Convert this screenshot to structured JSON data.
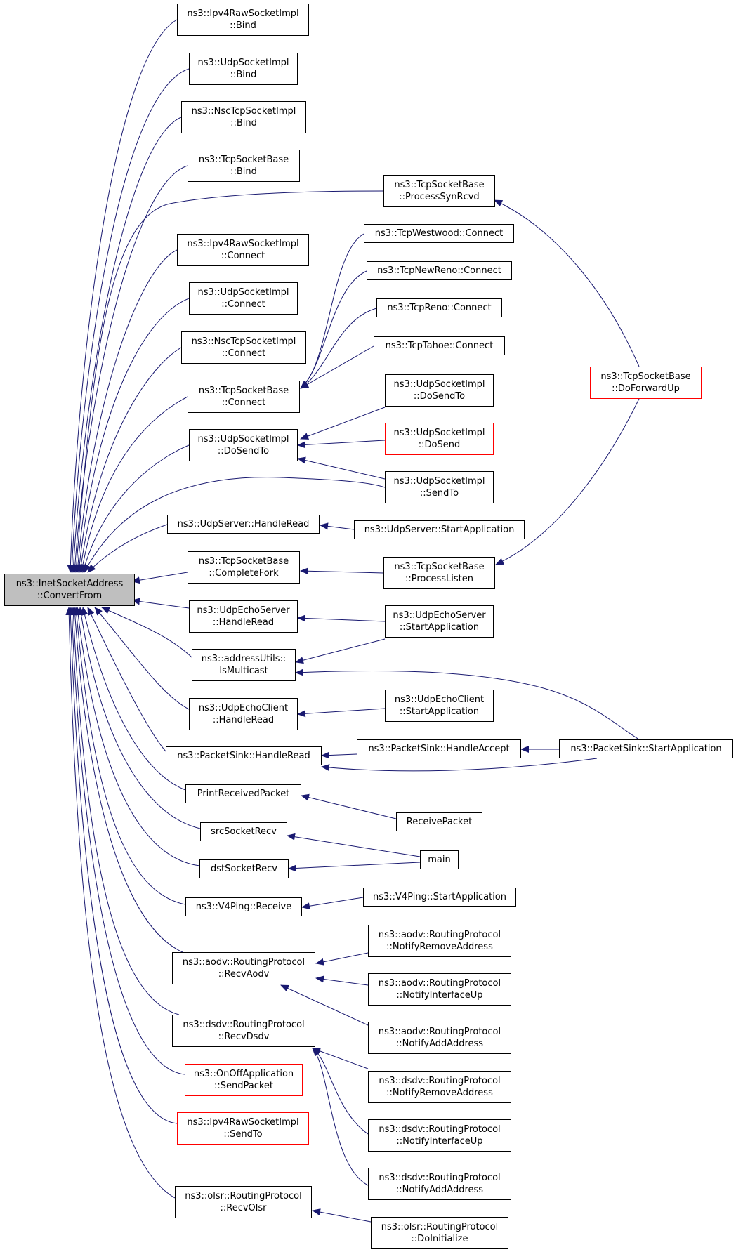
{
  "colors": {
    "edge": "#191970",
    "node_border": "#000000",
    "truncated_border": "#ff0000",
    "root_fill": "#bfbfbf"
  },
  "nodes": {
    "root": {
      "lines": [
        "ns3::InetSocketAddress",
        "::ConvertFrom"
      ]
    },
    "ipv4Bind": {
      "lines": [
        "ns3::Ipv4RawSocketImpl",
        "::Bind"
      ]
    },
    "udpBind": {
      "lines": [
        "ns3::UdpSocketImpl",
        "::Bind"
      ]
    },
    "nscBind": {
      "lines": [
        "ns3::NscTcpSocketImpl",
        "::Bind"
      ]
    },
    "tcpBind": {
      "lines": [
        "ns3::TcpSocketBase",
        "::Bind"
      ]
    },
    "ipv4Conn": {
      "lines": [
        "ns3::Ipv4RawSocketImpl",
        "::Connect"
      ]
    },
    "udpConn": {
      "lines": [
        "ns3::UdpSocketImpl",
        "::Connect"
      ]
    },
    "nscConn": {
      "lines": [
        "ns3::NscTcpSocketImpl",
        "::Connect"
      ]
    },
    "tcpConn": {
      "lines": [
        "ns3::TcpSocketBase",
        "::Connect"
      ]
    },
    "udpDoSendTo": {
      "lines": [
        "ns3::UdpSocketImpl",
        "::DoSendTo"
      ]
    },
    "udpServerHR": {
      "lines": [
        "ns3::UdpServer::HandleRead"
      ]
    },
    "tcpCompleteFork": {
      "lines": [
        "ns3::TcpSocketBase",
        "::CompleteFork"
      ]
    },
    "udpEchoServerHR": {
      "lines": [
        "ns3::UdpEchoServer",
        "::HandleRead"
      ]
    },
    "addrIsMulticast": {
      "lines": [
        "ns3::addressUtils::",
        "IsMulticast"
      ]
    },
    "udpEchoClientHR": {
      "lines": [
        "ns3::UdpEchoClient",
        "::HandleRead"
      ]
    },
    "packetSinkHR": {
      "lines": [
        "ns3::PacketSink::HandleRead"
      ]
    },
    "printRecv": {
      "lines": [
        "PrintReceivedPacket"
      ]
    },
    "srcRecv": {
      "lines": [
        "srcSocketRecv"
      ]
    },
    "dstRecv": {
      "lines": [
        "dstSocketRecv"
      ]
    },
    "v4pingRecv": {
      "lines": [
        "ns3::V4Ping::Receive"
      ]
    },
    "aodvRecv": {
      "lines": [
        "ns3::aodv::RoutingProtocol",
        "::RecvAodv"
      ]
    },
    "dsdvRecv": {
      "lines": [
        "ns3::dsdv::RoutingProtocol",
        "::RecvDsdv"
      ]
    },
    "onoffSend": {
      "lines": [
        "ns3::OnOffApplication",
        "::SendPacket"
      ]
    },
    "ipv4SendTo": {
      "lines": [
        "ns3::Ipv4RawSocketImpl",
        "::SendTo"
      ]
    },
    "olsrRecv": {
      "lines": [
        "ns3::olsr::RoutingProtocol",
        "::RecvOlsr"
      ]
    },
    "tcpSynRcvd": {
      "lines": [
        "ns3::TcpSocketBase",
        "::ProcessSynRcvd"
      ]
    },
    "westwood": {
      "lines": [
        "ns3::TcpWestwood::Connect"
      ]
    },
    "newreno": {
      "lines": [
        "ns3::TcpNewReno::Connect"
      ]
    },
    "reno": {
      "lines": [
        "ns3::TcpReno::Connect"
      ]
    },
    "tahoe": {
      "lines": [
        "ns3::TcpTahoe::Connect"
      ]
    },
    "udpDoSendTo2": {
      "lines": [
        "ns3::UdpSocketImpl",
        "::DoSendTo"
      ]
    },
    "udpDoSend": {
      "lines": [
        "ns3::UdpSocketImpl",
        "::DoSend"
      ]
    },
    "udpSendTo": {
      "lines": [
        "ns3::UdpSocketImpl",
        "::SendTo"
      ]
    },
    "udpServerStart": {
      "lines": [
        "ns3::UdpServer::StartApplication"
      ]
    },
    "tcpListen": {
      "lines": [
        "ns3::TcpSocketBase",
        "::ProcessListen"
      ]
    },
    "echoServerStart": {
      "lines": [
        "ns3::UdpEchoServer",
        "::StartApplication"
      ]
    },
    "echoClientStart": {
      "lines": [
        "ns3::UdpEchoClient",
        "::StartApplication"
      ]
    },
    "sinkAccept": {
      "lines": [
        "ns3::PacketSink::HandleAccept"
      ]
    },
    "recvPacket": {
      "lines": [
        "ReceivePacket"
      ]
    },
    "main": {
      "lines": [
        "main"
      ]
    },
    "v4pingStart": {
      "lines": [
        "ns3::V4Ping::StartApplication"
      ]
    },
    "aodvRemove": {
      "lines": [
        "ns3::aodv::RoutingProtocol",
        "::NotifyRemoveAddress"
      ]
    },
    "aodvIfUp": {
      "lines": [
        "ns3::aodv::RoutingProtocol",
        "::NotifyInterfaceUp"
      ]
    },
    "aodvAdd": {
      "lines": [
        "ns3::aodv::RoutingProtocol",
        "::NotifyAddAddress"
      ]
    },
    "dsdvRemove": {
      "lines": [
        "ns3::dsdv::RoutingProtocol",
        "::NotifyRemoveAddress"
      ]
    },
    "dsdvIfUp": {
      "lines": [
        "ns3::dsdv::RoutingProtocol",
        "::NotifyInterfaceUp"
      ]
    },
    "dsdvAdd": {
      "lines": [
        "ns3::dsdv::RoutingProtocol",
        "::NotifyAddAddress"
      ]
    },
    "olsrInit": {
      "lines": [
        "ns3::olsr::RoutingProtocol",
        "::DoInitialize"
      ]
    },
    "tcpForwardUp": {
      "lines": [
        "ns3::TcpSocketBase",
        "::DoForwardUp"
      ]
    },
    "sinkStart": {
      "lines": [
        "ns3::PacketSink::StartApplication"
      ]
    }
  }
}
